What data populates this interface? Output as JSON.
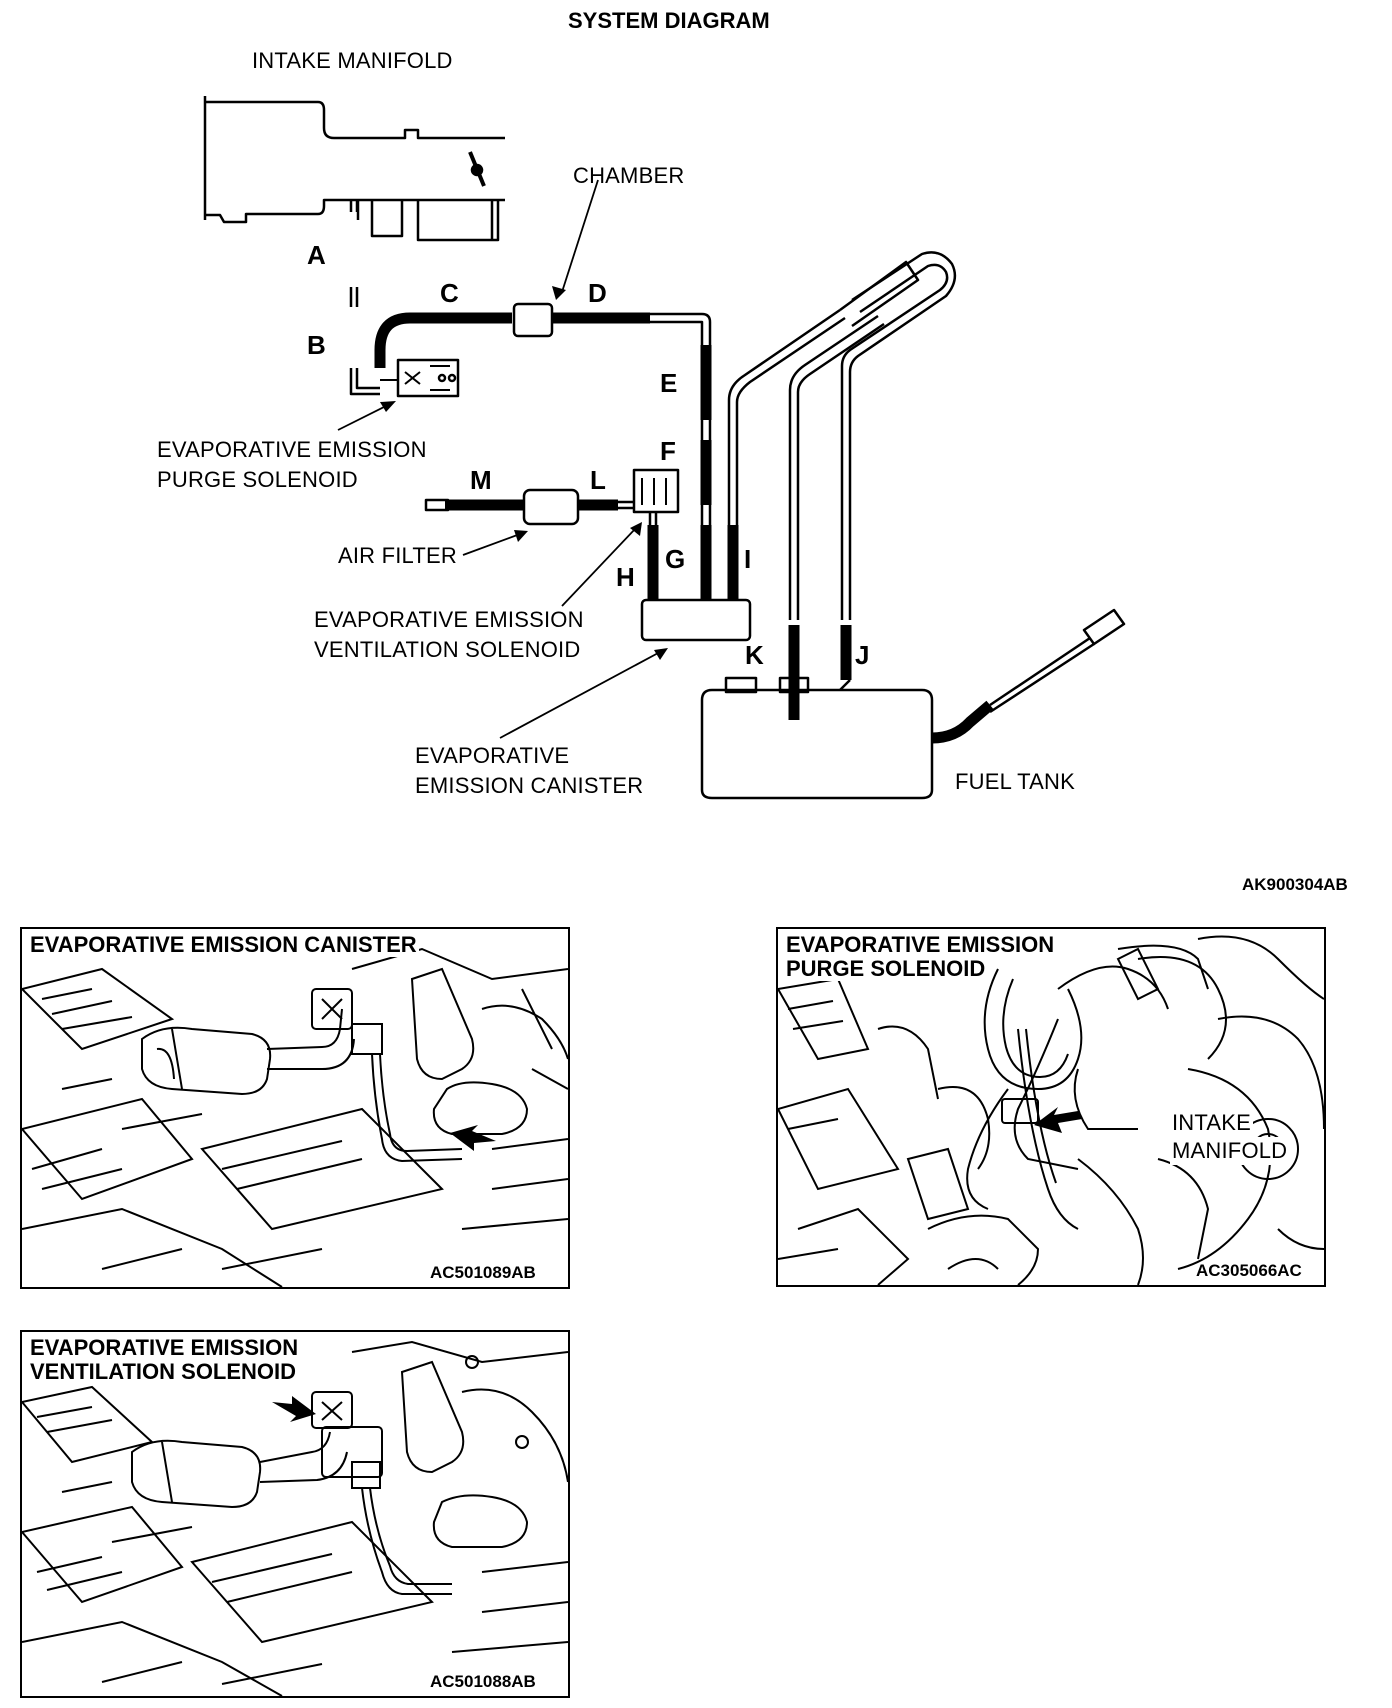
{
  "diagram": {
    "title": "SYSTEM DIAGRAM",
    "labels": {
      "intake_manifold": "INTAKE MANIFOLD",
      "chamber": "CHAMBER",
      "purge_solenoid_line1": "EVAPORATIVE EMISSION",
      "purge_solenoid_line2": "PURGE SOLENOID",
      "air_filter": "AIR FILTER",
      "vent_solenoid_line1": "EVAPORATIVE EMISSION",
      "vent_solenoid_line2": "VENTILATION SOLENOID",
      "canister_line1": "EVAPORATIVE",
      "canister_line2": "EMISSION CANISTER",
      "fuel_tank": "FUEL TANK"
    },
    "hose_letters": [
      "A",
      "B",
      "C",
      "D",
      "E",
      "F",
      "G",
      "H",
      "I",
      "J",
      "K",
      "L",
      "M"
    ],
    "code": "AK900304AB"
  },
  "panels": {
    "canister": {
      "title": "EVAPORATIVE EMISSION CANISTER",
      "code": "AC501089AB"
    },
    "purge": {
      "title_line1": "EVAPORATIVE EMISSION",
      "title_line2": "PURGE SOLENOID",
      "callout_line1": "INTAKE",
      "callout_line2": "MANIFOLD",
      "code": "AC305066AC"
    },
    "vent": {
      "title_line1": "EVAPORATIVE EMISSION",
      "title_line2": "VENTILATION SOLENOID",
      "code": "AC501088AB"
    }
  }
}
